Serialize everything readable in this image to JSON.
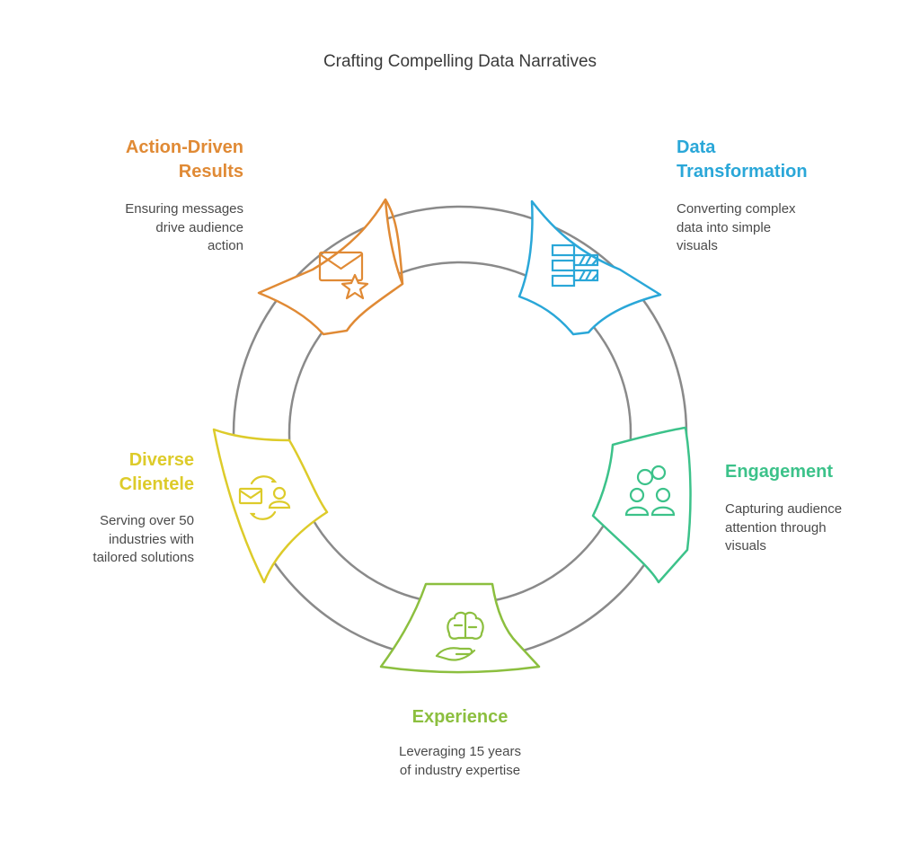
{
  "title": "Crafting Compelling Data Narratives",
  "colors": {
    "ring": "#8a8a8a",
    "action": "#e08a35",
    "data": "#2aa7d8",
    "engagement": "#3cc28a",
    "experience": "#8cbf3f",
    "clientele": "#ddcb2a"
  },
  "stages": [
    {
      "id": "action-driven-results",
      "icon": "envelope-star-icon",
      "heading_lines": [
        "Action-Driven",
        "Results"
      ],
      "desc_lines": [
        "Ensuring messages",
        "drive audience",
        "action"
      ]
    },
    {
      "id": "data-transformation",
      "icon": "chart-stack-icon",
      "heading_lines": [
        "Data",
        "Transformation"
      ],
      "desc_lines": [
        "Converting complex",
        "data into simple",
        "visuals"
      ]
    },
    {
      "id": "engagement",
      "icon": "audience-icon",
      "heading_lines": [
        "Engagement"
      ],
      "desc_lines": [
        "Capturing audience",
        "attention through",
        "visuals"
      ]
    },
    {
      "id": "experience",
      "icon": "brain-hand-icon",
      "heading_lines": [
        "Experience"
      ],
      "desc_lines": [
        "Leveraging 15 years",
        "of industry expertise"
      ]
    },
    {
      "id": "diverse-clientele",
      "icon": "message-exchange-icon",
      "heading_lines": [
        "Diverse",
        "Clientele"
      ],
      "desc_lines": [
        "Serving over 50",
        "industries with",
        "tailored solutions"
      ]
    }
  ]
}
